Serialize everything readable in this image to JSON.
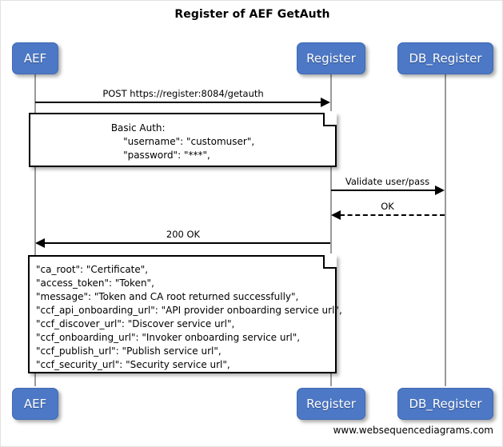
{
  "diagram": {
    "title": "Register of AEF GetAuth",
    "footer": "www.websequencediagrams.com",
    "colors": {
      "participant_fill": "#4c78c6",
      "participant_text": "#ffffff",
      "lifeline": "#9a9a9a",
      "arrow": "#000000",
      "note_border": "#000000",
      "note_fill": "#ffffff",
      "canvas": "#ffffff"
    }
  },
  "participants": [
    {
      "id": "aef",
      "label": "AEF"
    },
    {
      "id": "register",
      "label": "Register"
    },
    {
      "id": "db_register",
      "label": "DB_Register"
    }
  ],
  "messages": [
    {
      "id": "m1",
      "label": "POST https://register:8084/getauth",
      "from": "aef",
      "to": "register",
      "direction": "right",
      "style": "solid"
    },
    {
      "id": "m2",
      "label": "Validate user/pass",
      "from": "register",
      "to": "db_register",
      "direction": "right",
      "style": "solid"
    },
    {
      "id": "m3",
      "label": "OK",
      "from": "db_register",
      "to": "register",
      "direction": "left",
      "style": "dashed"
    },
    {
      "id": "m4",
      "label": "200 OK",
      "from": "register",
      "to": "aef",
      "direction": "left",
      "style": "solid"
    }
  ],
  "notes": [
    {
      "id": "note-basic-auth",
      "align": "centered",
      "text": "Basic Auth:\n    \"username\": \"customuser\",\n    \"password\": \"***\","
    },
    {
      "id": "note-response-body",
      "align": "left",
      "text": "\"ca_root\": \"Certificate\",\n\"access_token\": \"Token\",\n\"message\": \"Token and CA root returned successfully\",\n\"ccf_api_onboarding_url\": \"API provider onboarding service url\",\n\"ccf_discover_url\": \"Discover service url\",\n\"ccf_onboarding_url\": \"Invoker onboarding service url\",\n\"ccf_publish_url\": \"Publish service url\",\n\"ccf_security_url\": \"Security service url\","
    }
  ]
}
